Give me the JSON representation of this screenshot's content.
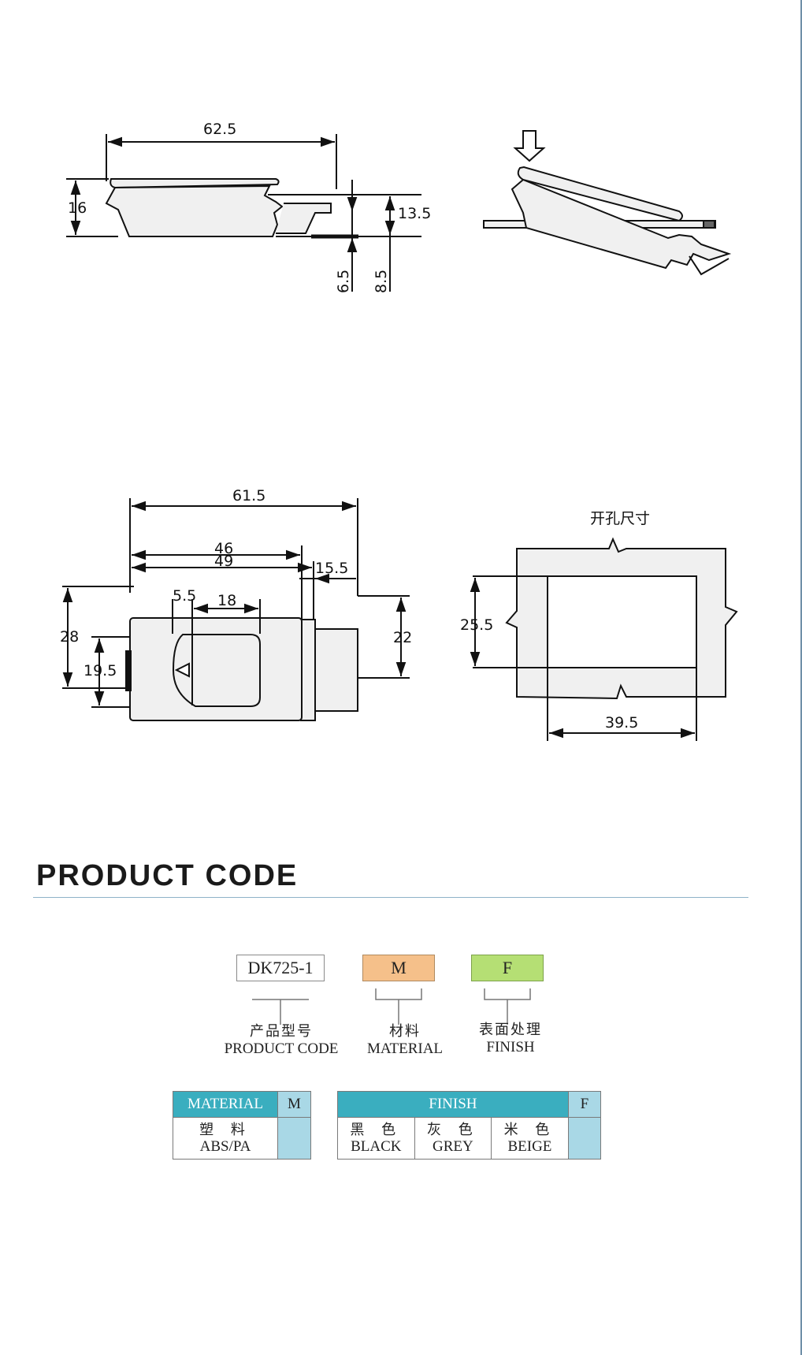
{
  "dimensions": {
    "side_length": "62.5",
    "side_height": "16",
    "side_frame": "13.5",
    "side_gap_a": "6.5",
    "side_gap_b": "8.5",
    "top_overall": "61.5",
    "top_46": "46",
    "top_49": "49",
    "top_15_5": "15.5",
    "top_5_5": "5.5",
    "top_18": "18",
    "top_28": "28",
    "top_19_5": "19.5",
    "top_22": "22",
    "cutout_label": "开孔尺寸",
    "cutout_height": "25.5",
    "cutout_width": "39.5"
  },
  "product_code": {
    "title": "PRODUCT CODE",
    "code": "DK725-1",
    "material_code": "M",
    "finish_code": "F",
    "labels": [
      {
        "zh": "产品型号",
        "en": "PRODUCT CODE"
      },
      {
        "zh": "材料",
        "en": "MATERIAL"
      },
      {
        "zh": "表面处理",
        "en": "FINISH"
      }
    ]
  },
  "material_table": {
    "header": "MATERIAL",
    "code": "M",
    "rows": [
      {
        "zh": "塑 料",
        "en": "ABS/PA"
      }
    ]
  },
  "finish_table": {
    "header": "FINISH",
    "code": "F",
    "options": [
      {
        "zh": "黑 色",
        "en": "BLACK"
      },
      {
        "zh": "灰 色",
        "en": "GREY"
      },
      {
        "zh": "米 色",
        "en": "BEIGE"
      }
    ]
  },
  "colors": {
    "table_header": "#3aaebf",
    "code_cell": "#a9d8e6",
    "material_box": "#f5c08a",
    "finish_box": "#b5df74",
    "part_fill": "#f0f0f0"
  }
}
